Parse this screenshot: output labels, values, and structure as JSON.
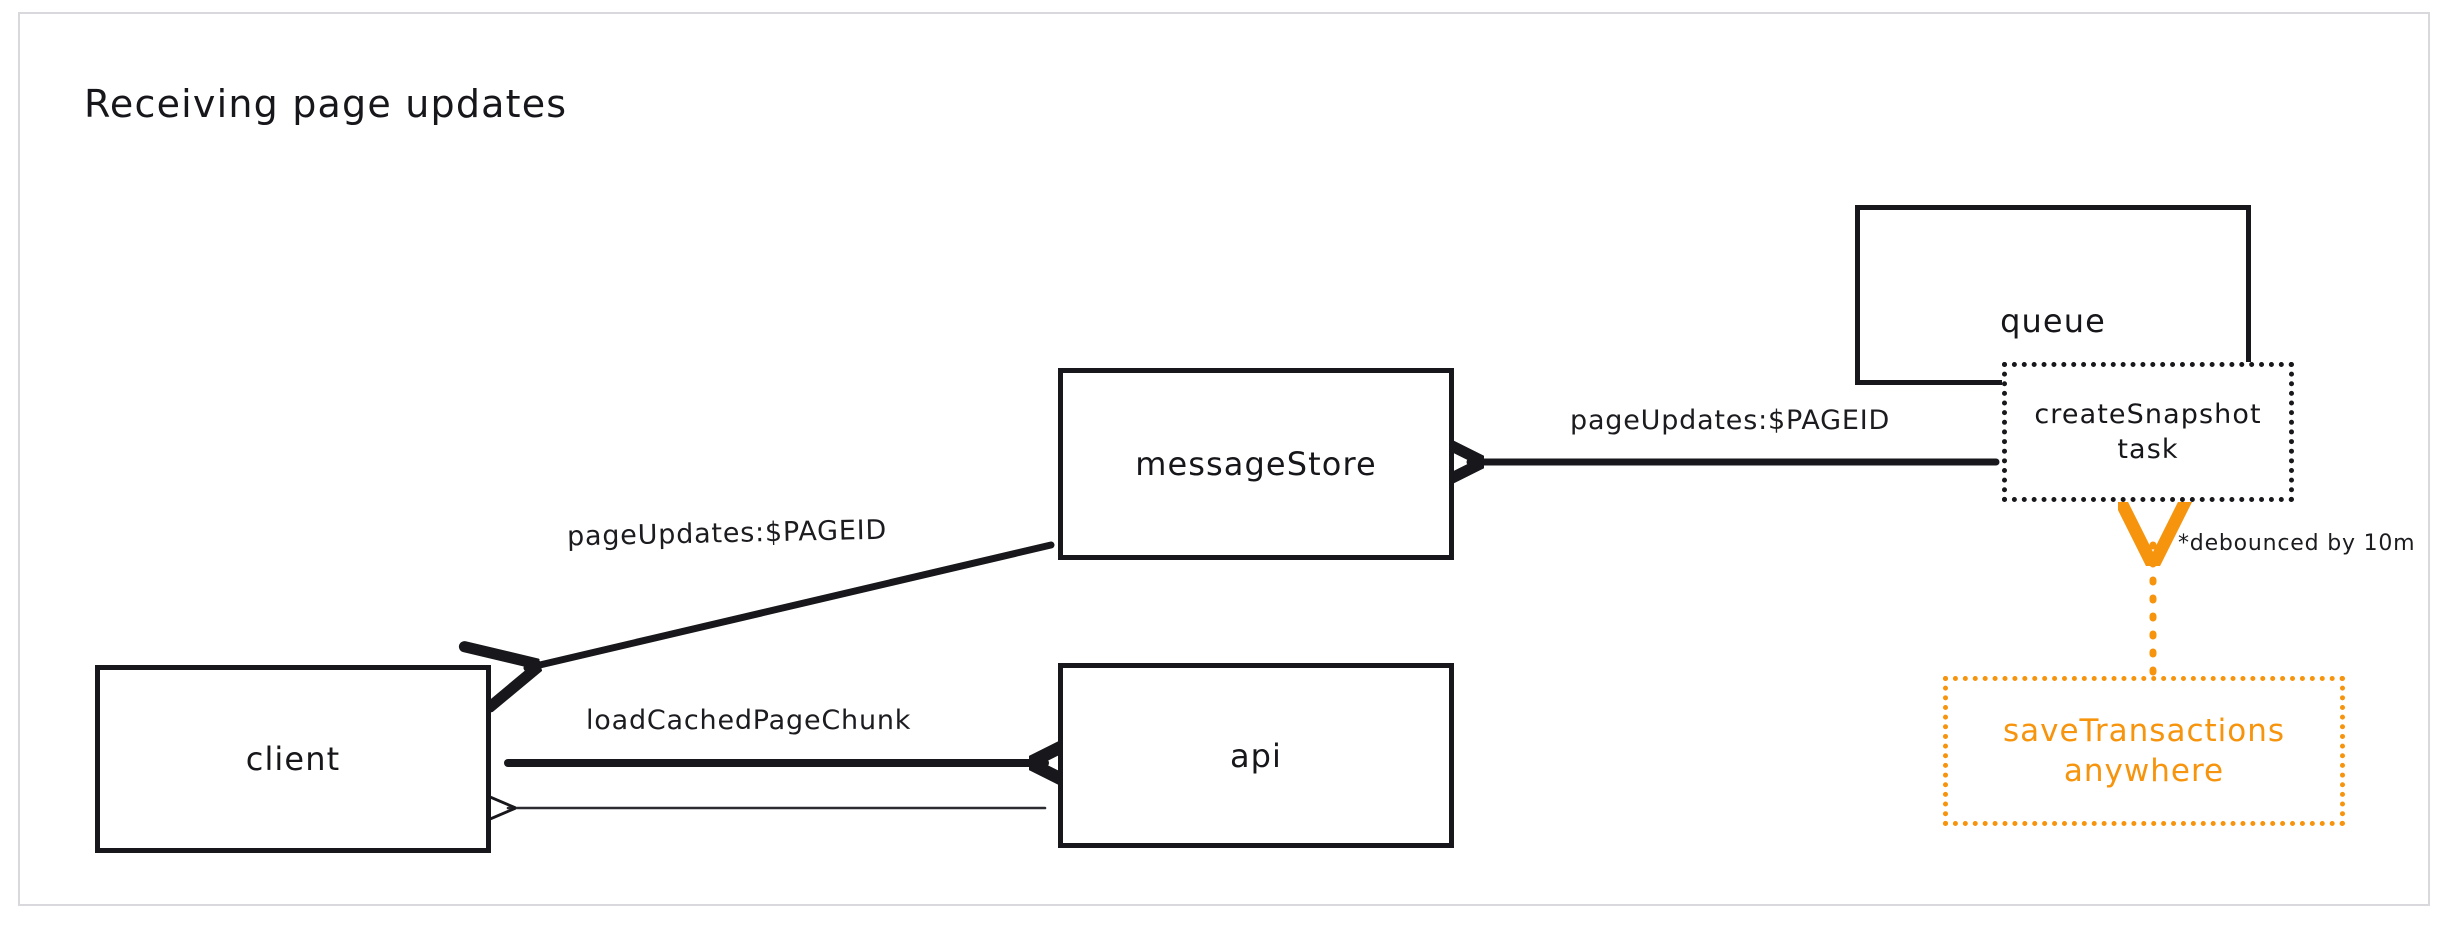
{
  "page": {
    "title": "Receiving page updates",
    "background": "#ffffff",
    "card_border_color": "#d8d8dd",
    "ink_color": "#18181c",
    "accent_color": "#F7940D"
  },
  "nodes": [
    {
      "id": "client",
      "label": "client",
      "style": "solid"
    },
    {
      "id": "api",
      "label": "api",
      "style": "solid"
    },
    {
      "id": "messageStore",
      "label": "messageStore",
      "style": "solid"
    },
    {
      "id": "queue",
      "label": "queue",
      "style": "solid"
    },
    {
      "id": "createSnapshot",
      "label": "createSnapshot\ntask",
      "style": "dotted"
    },
    {
      "id": "saveTransactions",
      "label": "saveTransactions\nanywhere",
      "style": "dotted-orange"
    }
  ],
  "node_labels": {
    "client": "client",
    "api": "api",
    "messageStore": "messageStore",
    "queue": "queue",
    "createSnapshot": "createSnapshot\ntask",
    "saveTransactions": "saveTransactions\nanywhere"
  },
  "edges": [
    {
      "id": "messagestore-to-client",
      "from": "messageStore",
      "to": "client",
      "label": "pageUpdates:$PAGEID",
      "style": "solid",
      "color": "#18181c",
      "arrowhead": "end"
    },
    {
      "id": "createsnapshot-to-messagestore",
      "from": "createSnapshot",
      "to": "messageStore",
      "label": "pageUpdates:$PAGEID",
      "style": "solid",
      "color": "#18181c",
      "arrowhead": "end"
    },
    {
      "id": "client-to-api",
      "from": "client",
      "to": "api",
      "label": "loadCachedPageChunk",
      "style": "solid-bold",
      "color": "#18181c",
      "arrowhead": "end"
    },
    {
      "id": "api-to-client",
      "from": "api",
      "to": "client",
      "label": "",
      "style": "solid-thin",
      "color": "#18181c",
      "arrowhead": "end"
    },
    {
      "id": "savetransactions-to-createsnapshot",
      "from": "saveTransactions",
      "to": "createSnapshot",
      "label": "*debounced by 10m",
      "style": "dotted",
      "color": "#F7940D",
      "arrowhead": "end"
    }
  ],
  "edge_labels": {
    "pageupdates_client": "pageUpdates:$PAGEID",
    "pageupdates_queue": "pageUpdates:$PAGEID",
    "loadcachedpagechunk": "loadCachedPageChunk",
    "debounced": "*debounced by 10m"
  }
}
